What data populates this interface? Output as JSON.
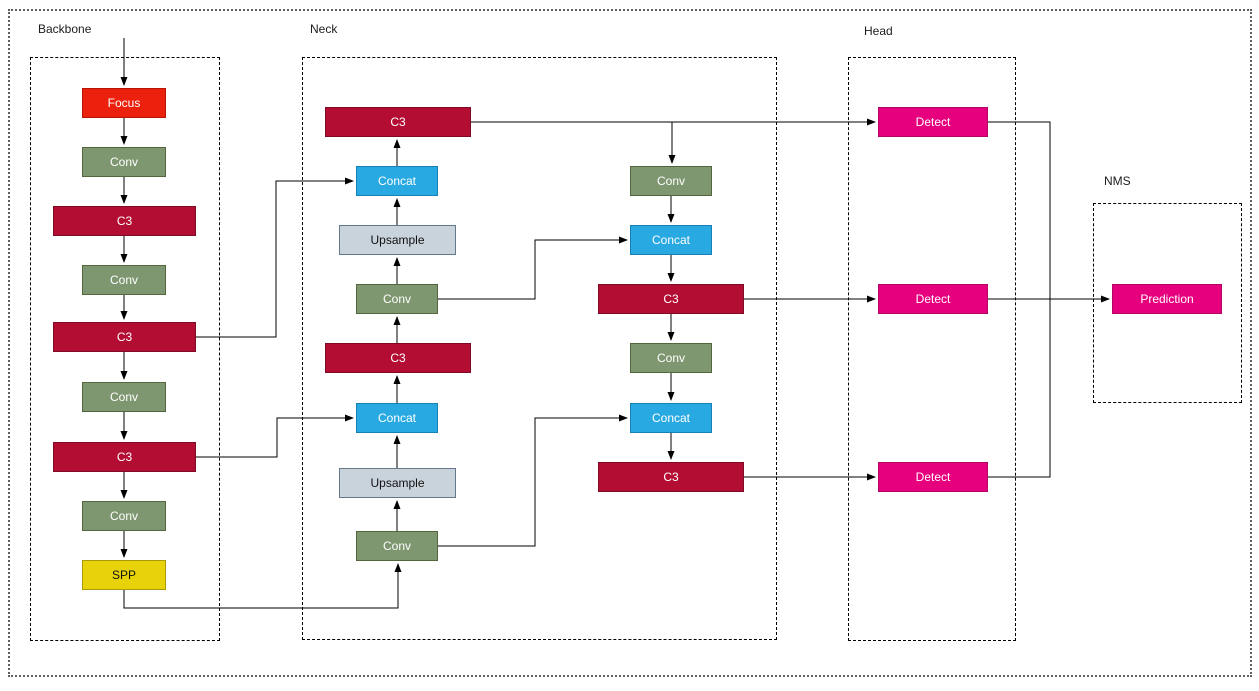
{
  "groups": {
    "backbone": "Backbone",
    "neck": "Neck",
    "head": "Head",
    "nms": "NMS"
  },
  "colors": {
    "focus": "#EB200D",
    "conv": "#7E9770",
    "c3": "#B30D33",
    "concat": "#29A9E1",
    "upsample": "#C9D3DC",
    "spp": "#E8D30B",
    "detect": "#E6007E",
    "connector": "#000000"
  },
  "nodes": {
    "backbone": [
      {
        "label": "Focus"
      },
      {
        "label": "Conv"
      },
      {
        "label": "C3"
      },
      {
        "label": "Conv"
      },
      {
        "label": "C3"
      },
      {
        "label": "Conv"
      },
      {
        "label": "C3"
      },
      {
        "label": "Conv"
      },
      {
        "label": "SPP"
      }
    ],
    "neck_left": [
      {
        "label": "C3"
      },
      {
        "label": "Concat"
      },
      {
        "label": "Upsample"
      },
      {
        "label": "Conv"
      },
      {
        "label": "C3"
      },
      {
        "label": "Concat"
      },
      {
        "label": "Upsample"
      },
      {
        "label": "Conv"
      }
    ],
    "neck_right": [
      {
        "label": "Conv"
      },
      {
        "label": "Concat"
      },
      {
        "label": "C3"
      },
      {
        "label": "Conv"
      },
      {
        "label": "Concat"
      },
      {
        "label": "C3"
      }
    ],
    "head": [
      {
        "label": "Detect"
      },
      {
        "label": "Detect"
      },
      {
        "label": "Detect"
      }
    ],
    "nms": [
      {
        "label": "Prediction"
      }
    ]
  }
}
